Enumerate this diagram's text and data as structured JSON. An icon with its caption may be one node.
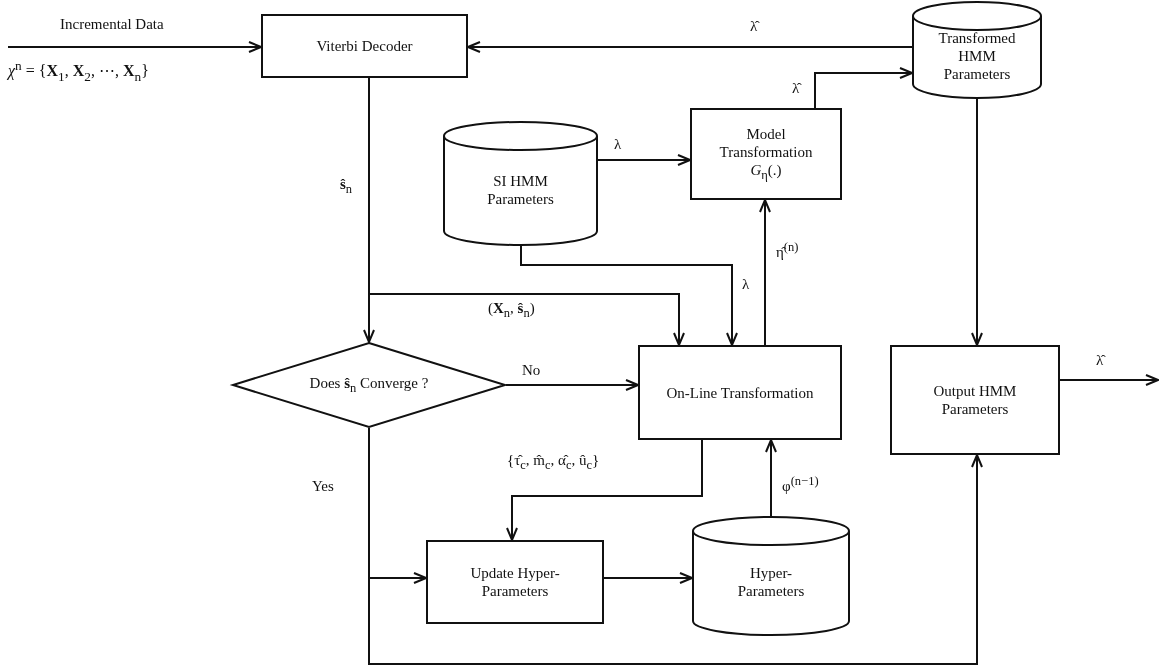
{
  "diagram": {
    "nodes": [
      {
        "text": [
          "Viterbi Decoder"
        ]
      },
      {
        "text": [
          "Transformed HMM Parameters"
        ]
      },
      {
        "text": [
          "SI HMM Parameters"
        ]
      },
      {
        "text": [
          "Model Transformation",
          "*G*$_{η}$(.)"
        ]
      },
      {
        "text": [
          "Does **ŝ**$_{n}$ Converge ?"
        ]
      },
      {
        "text": [
          "On-Line Transformation"
        ]
      },
      {
        "text": [
          "Output HMM Parameters"
        ]
      },
      {
        "text": [
          "Update Hyper-Parameters"
        ]
      },
      {
        "text": [
          "Hyper-Parameters"
        ]
      }
    ],
    "edges": [
      {
        "from": null,
        "to": 0,
        "arrow": "to",
        "label": "Incremental Data"
      },
      {
        "from": 1,
        "to": 0,
        "arrow": "to",
        "label": "λ̂"
      },
      {
        "from": 0,
        "to": 4,
        "arrow": "to",
        "label": "**ŝ**$_{n}$"
      },
      {
        "from": 0,
        "to": 5,
        "arrow": "to",
        "label": "(**X**$_{n}$, **ŝ**$_{n}$)"
      },
      {
        "from": 2,
        "to": 3,
        "arrow": "to",
        "label": "λ"
      },
      {
        "from": 2,
        "to": 5,
        "arrow": "to",
        "label": "λ"
      },
      {
        "from": 3,
        "to": 1,
        "arrow": "to",
        "label": "λ̂"
      },
      {
        "from": 1,
        "to": 6,
        "arrow": "to"
      },
      {
        "from": 4,
        "to": 5,
        "arrow": "to",
        "label": "No"
      },
      {
        "from": 5,
        "to": 3,
        "arrow": "to",
        "label": "η̂$^{(n)}$"
      },
      {
        "from": 5,
        "to": 7,
        "arrow": "to",
        "label": "{τ̂$_{c}$, m̂$_{c}$, α̂$_{c}$, û$_{c}$}"
      },
      {
        "from": 4,
        "to": 7,
        "arrow": "to",
        "label": "Yes"
      },
      {
        "from": 4,
        "to": 6,
        "arrow": "to"
      },
      {
        "from": 7,
        "to": 8,
        "arrow": "to"
      },
      {
        "from": 8,
        "to": 5,
        "arrow": "to",
        "label": "φ$^{(n−1)}$"
      },
      {
        "from": 6,
        "to": null,
        "arrow": "to",
        "label": "λ̂"
      }
    ],
    "labels": [
      "*χ*$^{n}$ = {**X**$_{1}$, **X**$_{2}$, ⋯, **X**$_{n}$}"
    ]
  }
}
